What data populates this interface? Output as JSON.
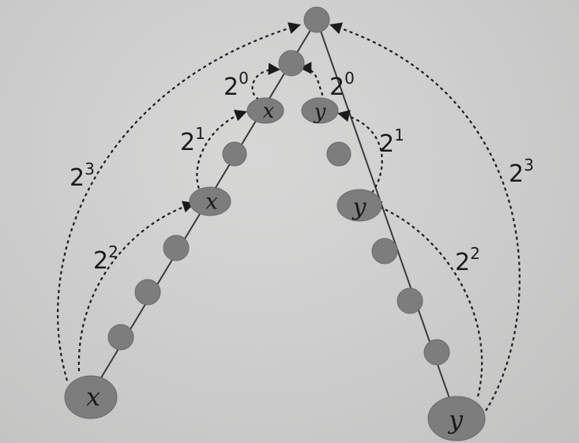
{
  "node_labels": {
    "x": "x",
    "y": "y"
  },
  "jump_labels": [
    {
      "base": "2",
      "exp": "0"
    },
    {
      "base": "2",
      "exp": "1"
    },
    {
      "base": "2",
      "exp": "2"
    },
    {
      "base": "2",
      "exp": "3"
    }
  ],
  "colors": {
    "node_fill": "#7d7d7d",
    "edge": "#3a3a3a",
    "jump": "#1e1e1e",
    "background": "#cecece"
  }
}
